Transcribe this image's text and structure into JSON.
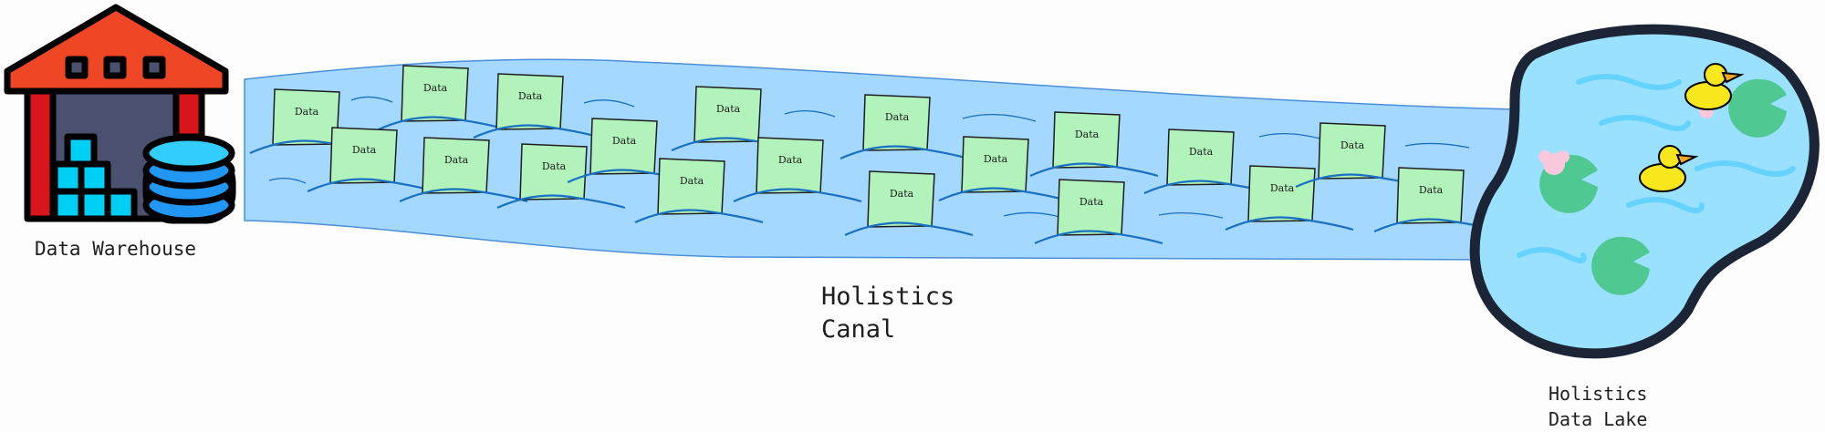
{
  "warehouse": {
    "label": "Data Warehouse"
  },
  "canal": {
    "label_line1": "Holistics",
    "label_line2": "Canal"
  },
  "lake": {
    "label_line1": "Holistics",
    "label_line2": "Data Lake"
  },
  "data_blocks": [
    {
      "label": "Data"
    },
    {
      "label": "Data"
    },
    {
      "label": "Data"
    },
    {
      "label": "Data"
    },
    {
      "label": "Data"
    },
    {
      "label": "Data"
    },
    {
      "label": "Data"
    },
    {
      "label": "Data"
    },
    {
      "label": "Data"
    },
    {
      "label": "Data"
    },
    {
      "label": "Data"
    },
    {
      "label": "Data"
    },
    {
      "label": "Data"
    },
    {
      "label": "Data"
    },
    {
      "label": "Data"
    },
    {
      "label": "Data"
    },
    {
      "label": "Data"
    },
    {
      "label": "Data"
    },
    {
      "label": "Data"
    }
  ],
  "colors": {
    "water": "#a5d8ff",
    "wave": "#1971c2",
    "block": "#b2f2bb",
    "roof": "#ef4625",
    "door": "#4a506e",
    "cube": "#00cff5",
    "pond_dark": "#1c2536",
    "pond": "#99e1ff",
    "lily": "#50c892",
    "duck": "#f8e71c"
  }
}
